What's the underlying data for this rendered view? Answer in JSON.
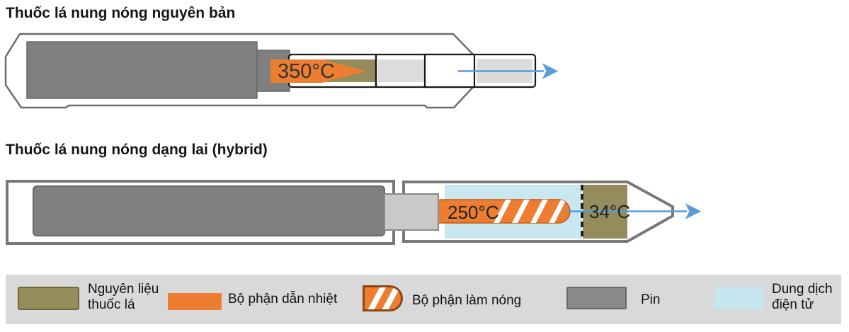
{
  "device1": {
    "title": "Thuốc lá nung nóng nguyên bản",
    "heat_arrow_temperature": "350°C"
  },
  "device2": {
    "title": "Thuốc lá nung nóng dạng lai (hybrid)",
    "heater_temperature": "250°C",
    "mouth_end_temperature": "34°C"
  },
  "legend": {
    "tobacco_material": "Nguyên liệu\nthuốc lá",
    "heat_conductor": "Bộ phận dẫn nhiệt",
    "heater": "Bộ phận làm nóng",
    "battery": "Pin",
    "e_liquid": "Dung dịch\nđiện tử"
  },
  "colors": {
    "tobacco_material": "#958C5B",
    "heat_conductor_orange": "#ED7D31",
    "battery_gray": "#7F7F7F",
    "light_gray_sections": "#DCDCDC",
    "e_liquid_blue": "#C9E7F0",
    "airflow_arrow_blue": "#5B9BD5",
    "legend_background": "#D9D9D9"
  }
}
